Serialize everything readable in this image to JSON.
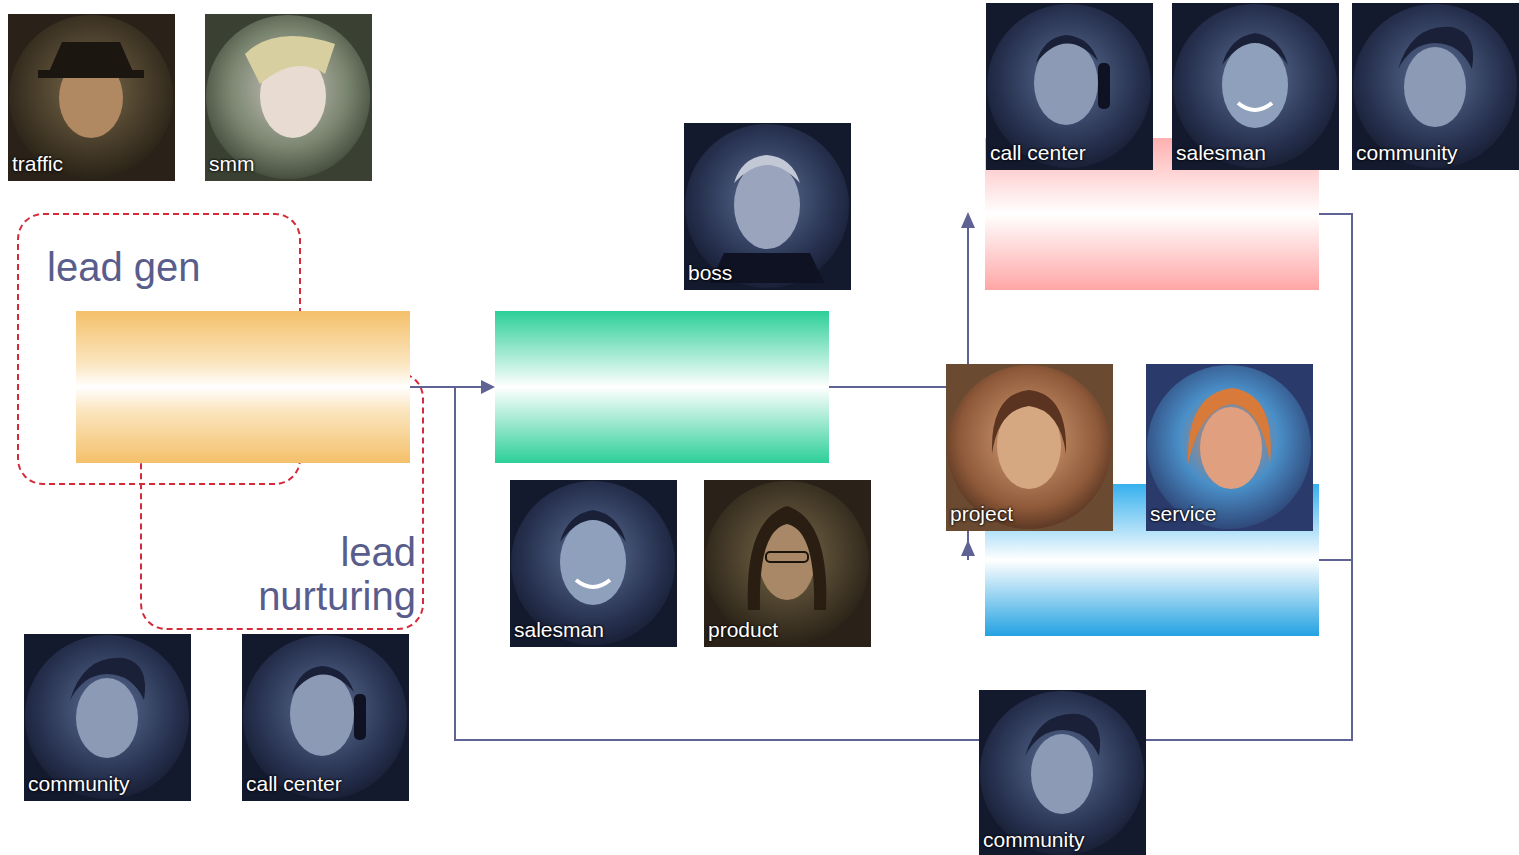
{
  "diagram": {
    "nodes": [
      {
        "text": [
          "lead gen"
        ]
      },
      {
        "text": [
          "lead nurturing"
        ]
      }
    ],
    "labels": [
      "traffic",
      "smm",
      "call center",
      "salesman",
      "community",
      "boss",
      "project",
      "service",
      "salesman",
      "product",
      "community",
      "call center",
      "community"
    ]
  }
}
